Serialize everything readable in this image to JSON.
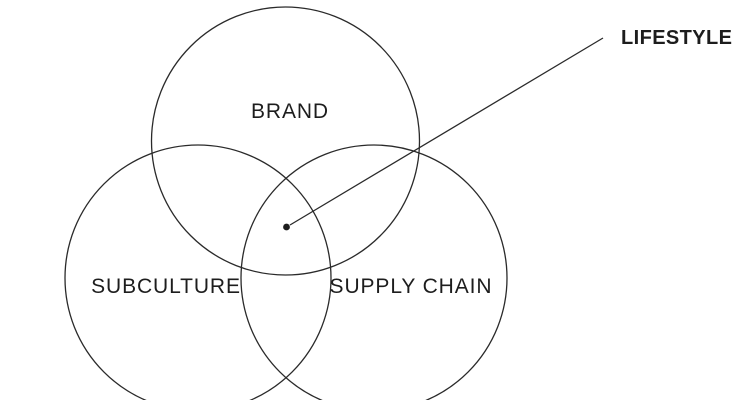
{
  "diagram": {
    "type": "venn",
    "circles": [
      {
        "id": "brand",
        "label": "BRAND"
      },
      {
        "id": "subculture",
        "label": "SUBCULTURE"
      },
      {
        "id": "supply-chain",
        "label": "SUPPLY CHAIN"
      }
    ],
    "annotation": {
      "label": "LIFESTYLE",
      "points_to": "triple-intersection"
    },
    "colors": {
      "background": "#ffffff",
      "stroke": "#2a2a2a",
      "text": "#1d1d1d"
    }
  }
}
